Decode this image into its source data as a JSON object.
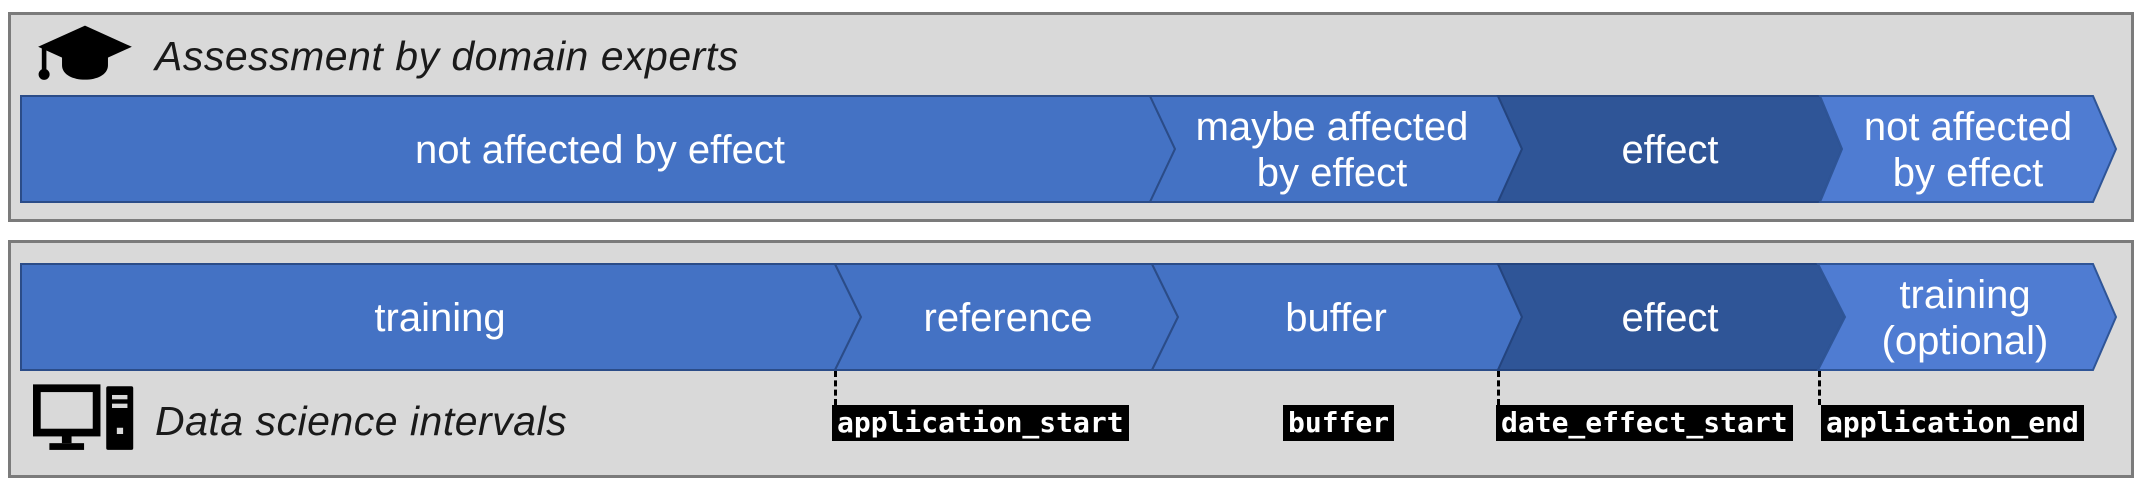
{
  "expert_panel": {
    "title": "Assessment by domain experts",
    "icon": "graduation-cap-icon",
    "segments": [
      {
        "line1": "not affected by effect",
        "line2": "",
        "tone": "light"
      },
      {
        "line1": "maybe affected",
        "line2": "by effect",
        "tone": "light"
      },
      {
        "line1": "effect",
        "line2": "",
        "tone": "dark"
      },
      {
        "line1": "not affected",
        "line2": "by effect",
        "tone": "bright"
      }
    ]
  },
  "ds_panel": {
    "caption": "Data science intervals",
    "icon": "computer-icon",
    "segments": [
      {
        "line1": "training",
        "line2": "",
        "tone": "light"
      },
      {
        "line1": "reference",
        "line2": "",
        "tone": "light"
      },
      {
        "line1": "buffer",
        "line2": "",
        "tone": "light"
      },
      {
        "line1": "effect",
        "line2": "",
        "tone": "dark"
      },
      {
        "line1": "training",
        "line2": "(optional)",
        "tone": "bright"
      }
    ],
    "markers": [
      {
        "label": "application_start",
        "dashed_connector": true
      },
      {
        "label": "buffer",
        "dashed_connector": false
      },
      {
        "label": "date_effect_start",
        "dashed_connector": true
      },
      {
        "label": "application_end",
        "dashed_connector": true
      }
    ]
  },
  "colors": {
    "segment_blue": "#4472c4",
    "segment_blue_bright": "#4f7cd2",
    "segment_dark_blue": "#2f5597",
    "segment_outline": "#2b4c88",
    "panel_bg": "#d9d9d9",
    "panel_border": "#7b7b7b",
    "band_text": "#ffffff",
    "marker_bg": "#000000",
    "marker_text": "#ffffff"
  }
}
